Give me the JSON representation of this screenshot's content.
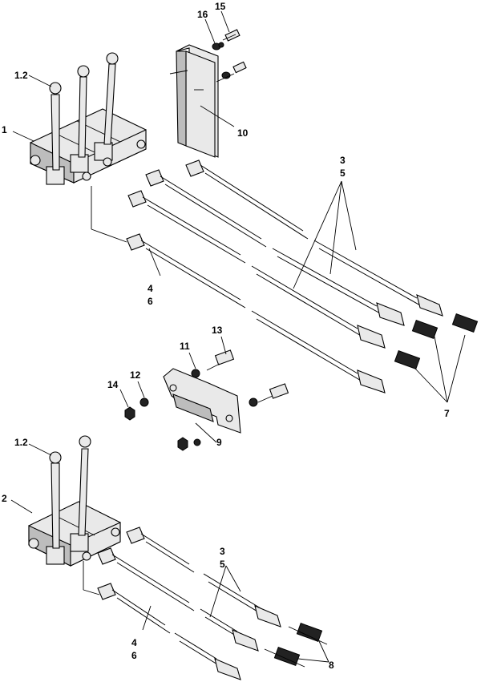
{
  "callouts": {
    "c1_2_top": "1.2",
    "c1": "1",
    "c16": "16",
    "c15": "15",
    "c10": "10",
    "c3_top": "3",
    "c5_top": "5",
    "c4_top": "4",
    "c6_top": "6",
    "c13": "13",
    "c11": "11",
    "c12": "12",
    "c14": "14",
    "c9": "9",
    "c7": "7",
    "c1_2_bottom": "1.2",
    "c2": "2",
    "c3_bottom": "3",
    "c5_bottom": "5",
    "c4_bottom": "4",
    "c6_bottom": "6",
    "c8": "8"
  }
}
